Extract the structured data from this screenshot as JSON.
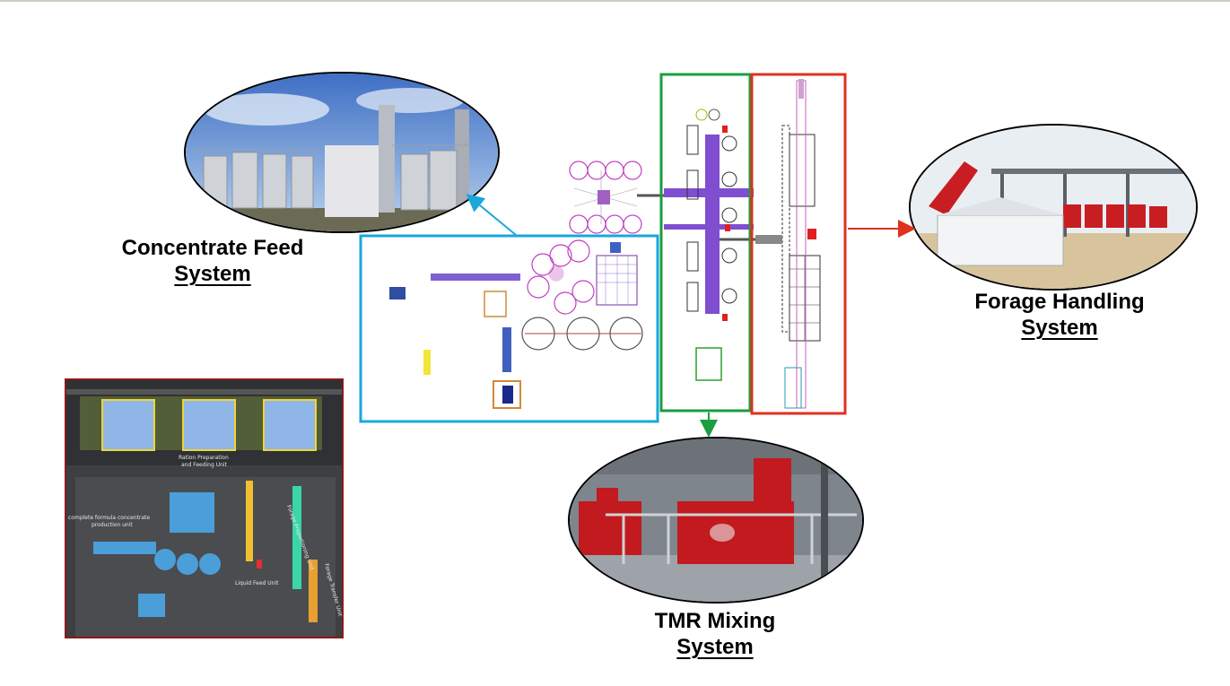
{
  "labels": {
    "concentrate": {
      "line1": "Concentrate Feed",
      "line2": "System"
    },
    "forage": {
      "line1": "Forage Handling",
      "line2": "System"
    },
    "tmr": {
      "line1": "TMR Mixing",
      "line2": "System"
    }
  },
  "render_labels": {
    "ration": "Ration Preparation",
    "feeding": "and Feeding Unit",
    "concentrate_unit_1": "complete formula concentrate",
    "concentrate_unit_2": "production unit",
    "liquid_feed": "Liquid Feed Unit",
    "forage_proportioning": "Forage Proportioning Unit",
    "forage_transfer": "Forage Transfer Unit"
  },
  "colors": {
    "concentrate_box": "#1aa7dc",
    "tmr_box": "#1a9e3f",
    "forage_box": "#e0301e",
    "render_border": "#8b1a1a"
  },
  "icons": {
    "silo_photo": "grain-silo-photo",
    "forage_photo": "forage-shed-photo",
    "tmr_photo": "tmr-mixer-photo",
    "render": "plant-3d-render"
  }
}
